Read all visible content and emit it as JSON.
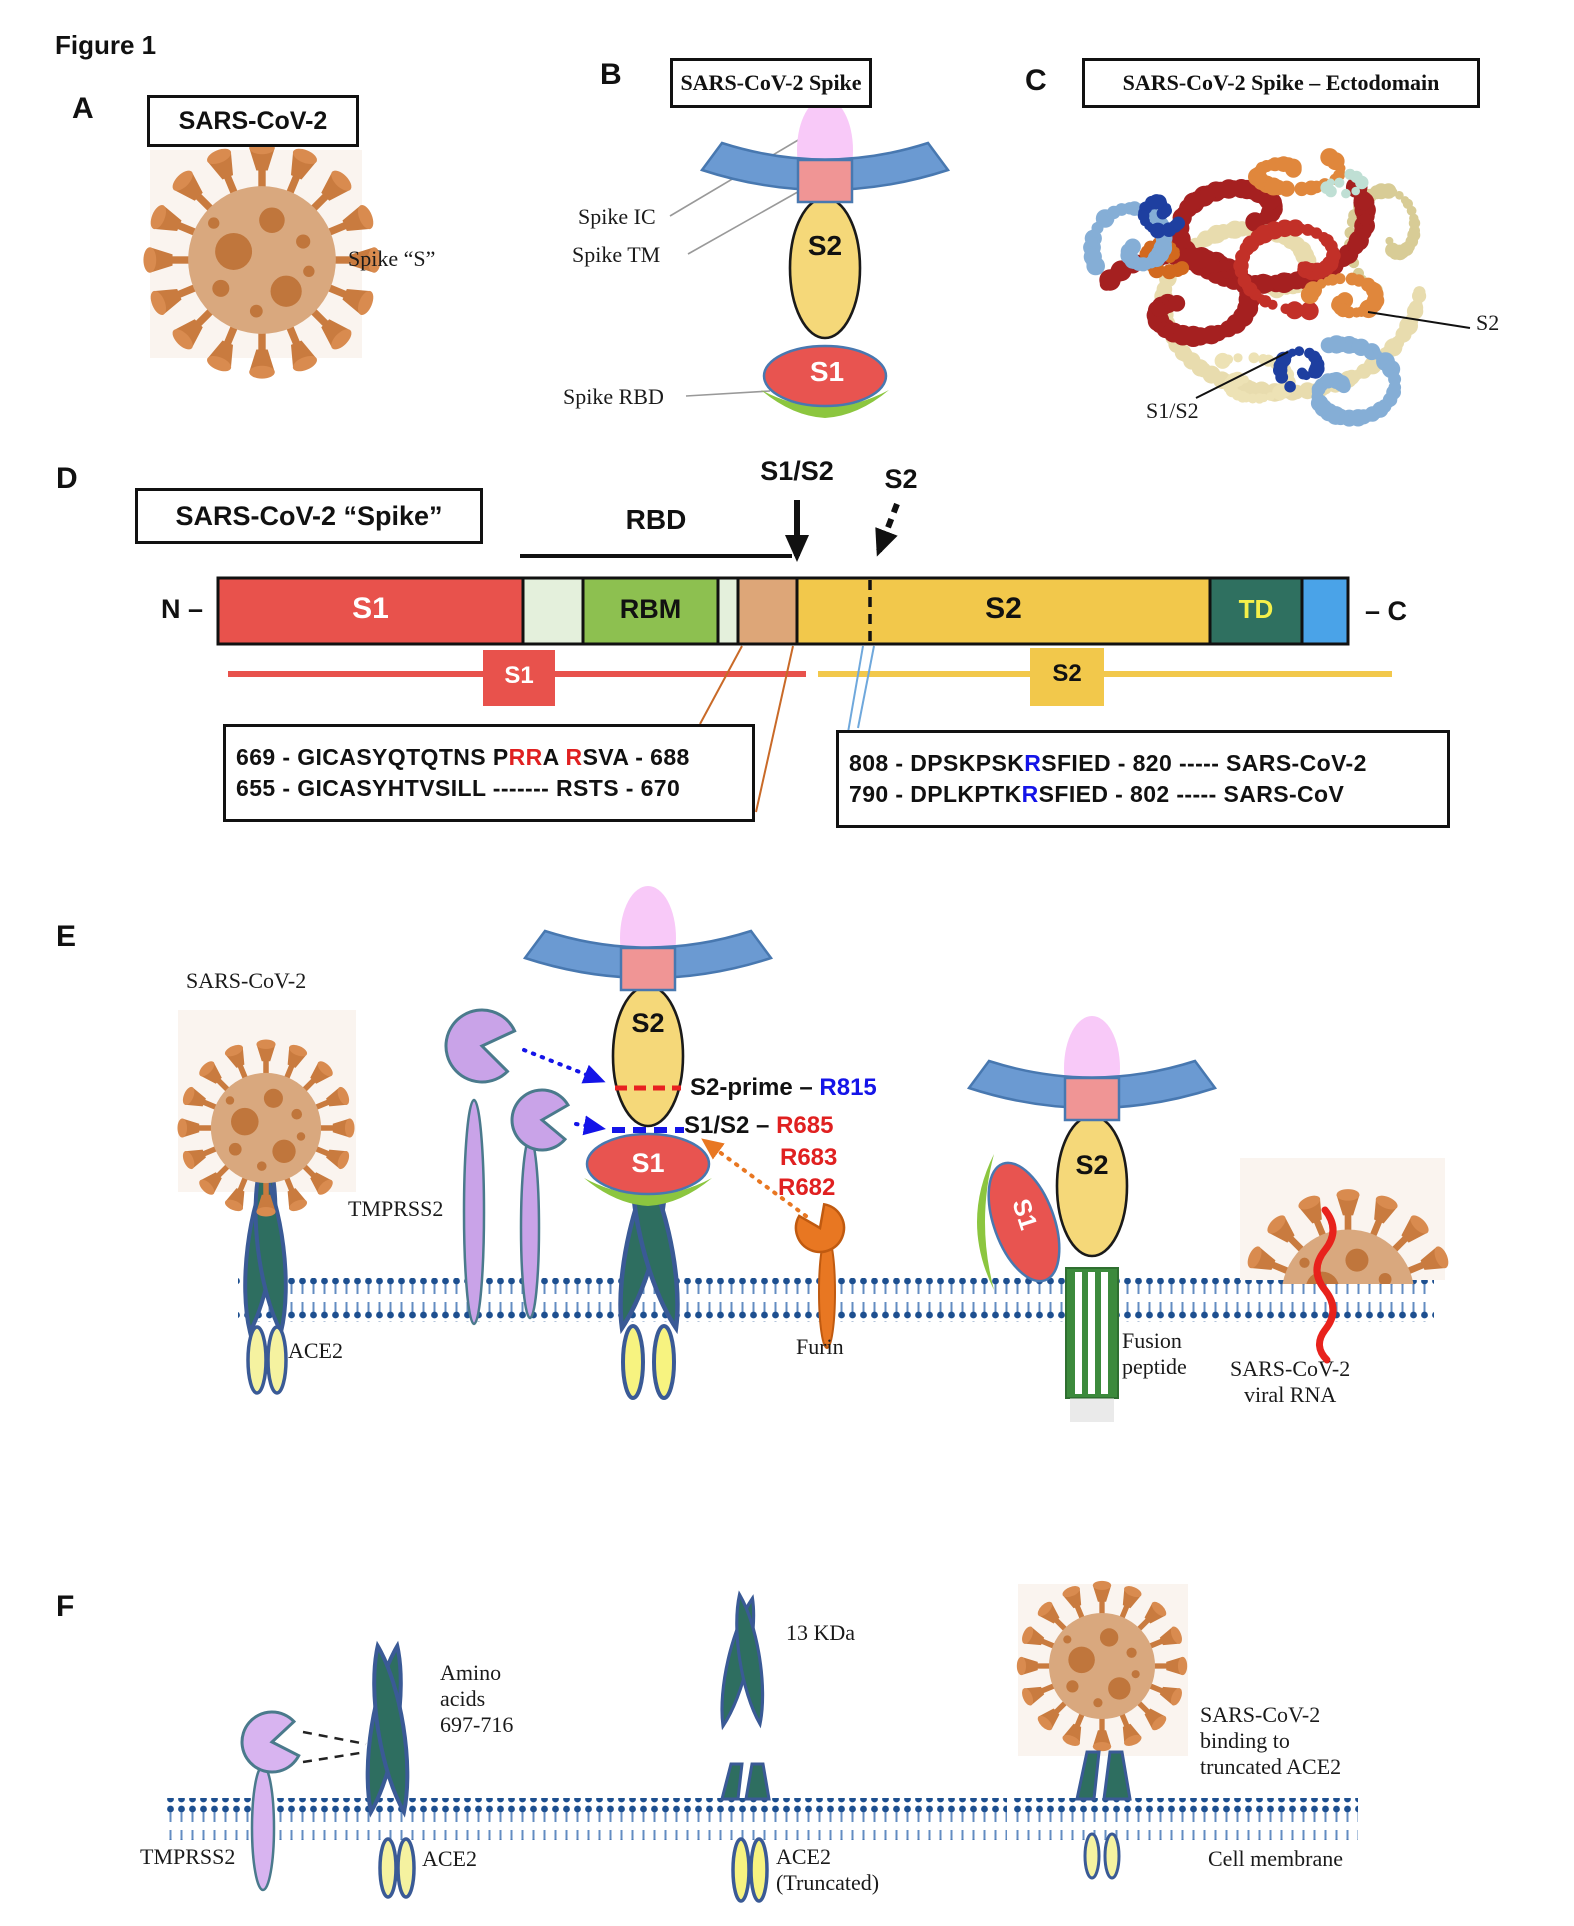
{
  "figure": {
    "label": "Figure 1"
  },
  "colors": {
    "em-red": "#E02020",
    "em-blue": "#1414E8",
    "s1_red": "#E8524C",
    "s2_yellow": "#F2C84B",
    "rbm_green": "#8DC050",
    "td_teal": "#2F7060",
    "cterm_blue": "#4AA3E8",
    "membrane_blue": "#1D4F8F",
    "ace2_teal": "#2E6E60",
    "tmprss2_purple": "#C9A3E8",
    "furin_orange": "#E87722",
    "virus_tan": "#D9A87E"
  },
  "panelA": {
    "letter": "A",
    "title": "SARS-CoV-2",
    "spike_label": "Spike “S”"
  },
  "panelB": {
    "letter": "B",
    "title": "SARS-CoV-2  Spike",
    "label_ic": "Spike IC",
    "label_tm": "Spike TM",
    "label_rbd": "Spike RBD",
    "s2": "S2",
    "s1": "S1"
  },
  "panelC": {
    "letter": "C",
    "title": "SARS-CoV-2  Spike – Ectodomain",
    "label_s2": "S2",
    "label_s1s2": "S1/S2"
  },
  "panelD": {
    "letter": "D",
    "title": "SARS-CoV-2 “Spike”",
    "rbd": "RBD",
    "arrow_s1s2": "S1/S2",
    "arrow_s2": "S2",
    "n_term": "N –",
    "c_term": "– C",
    "seg_s1": "S1",
    "seg_rbm": "RBM",
    "seg_s2": "S2",
    "seg_td": "TD",
    "line_s1": "S1",
    "line_s2": "S2",
    "seq_left": {
      "l1a": "669 - GICASYQTQTNS  P",
      "l1b": "RR",
      "l1c": "A ",
      "l1d": "R",
      "l1e": "SVA - 688",
      "l2": "655 - GICASYHTVSILL  -------  RSTS - 670"
    },
    "seq_right": {
      "l1a": "808 - DPSKPSK",
      "l1b": "R",
      "l1c": "SFIED  - 820  ----- SARS-CoV-2",
      "l2a": "790 - DPLKPTK",
      "l2b": "R",
      "l2c": "SFIED  -  802 ----- SARS-CoV"
    }
  },
  "panelE": {
    "letter": "E",
    "virus_label": "SARS-CoV-2",
    "tmprss2": "TMPRSS2",
    "ace2": "ACE2",
    "s2_center": "S2",
    "s1_center": "S1",
    "s2prime_label": "S2-prime –",
    "s2prime_res": "R815",
    "s1s2_label": "S1/S2 –",
    "r685": "R685",
    "r683": "R683",
    "r682": "R682",
    "furin": "Furin",
    "s2_right": "S2",
    "s1_right": "S1",
    "fusion_l1": "Fusion",
    "fusion_l2": "peptide",
    "rna_l1": "SARS-CoV-2",
    "rna_l2": "viral RNA"
  },
  "panelF": {
    "letter": "F",
    "amino_l1": "Amino",
    "amino_l2": "acids",
    "amino_l3": "697-716",
    "tmprss2": "TMPRSS2",
    "ace2": "ACE2",
    "kda": "13 KDa",
    "trunc_l1": "ACE2",
    "trunc_l2": "(Truncated)",
    "bind_l1": "SARS-CoV-2",
    "bind_l2": "binding to",
    "bind_l3": "truncated ACE2",
    "cell_membrane": "Cell membrane"
  }
}
